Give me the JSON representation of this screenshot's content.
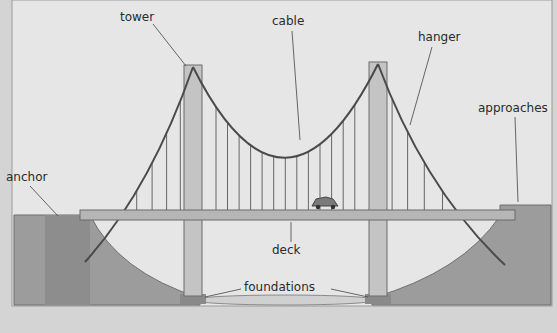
{
  "diagram": {
    "labels": [
      "tower",
      "cable",
      "hanger",
      "approaches",
      "anchor",
      "deck",
      "foundations"
    ]
  }
}
